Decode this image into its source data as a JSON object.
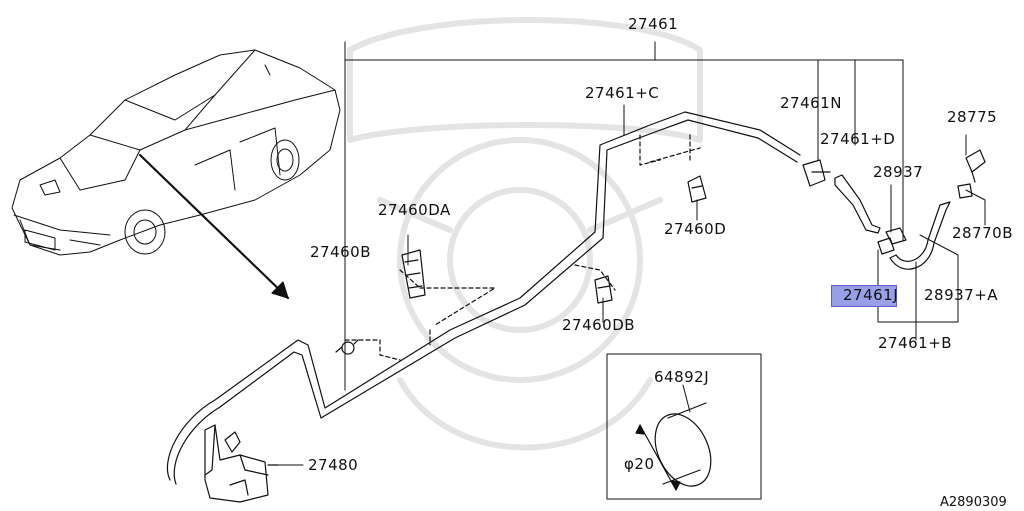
{
  "diagram": {
    "part_labels": {
      "p27461": "27461",
      "p27461_C": "27461+C",
      "p27461N": "27461N",
      "p27461_D": "27461+D",
      "p28775": "28775",
      "p28937": "28937",
      "p28770B": "28770B",
      "p27460DA": "27460DA",
      "p27460D": "27460D",
      "p27460B": "27460B",
      "p27461J": "27461J",
      "p28937_A": "28937+A",
      "p27460DB": "27460DB",
      "p27461_B": "27461+B",
      "p64892J": "64892J",
      "p27480": "27480",
      "dia20": "φ20"
    },
    "reference_code": "A2890309",
    "highlight_color": "#9aa0e8"
  }
}
